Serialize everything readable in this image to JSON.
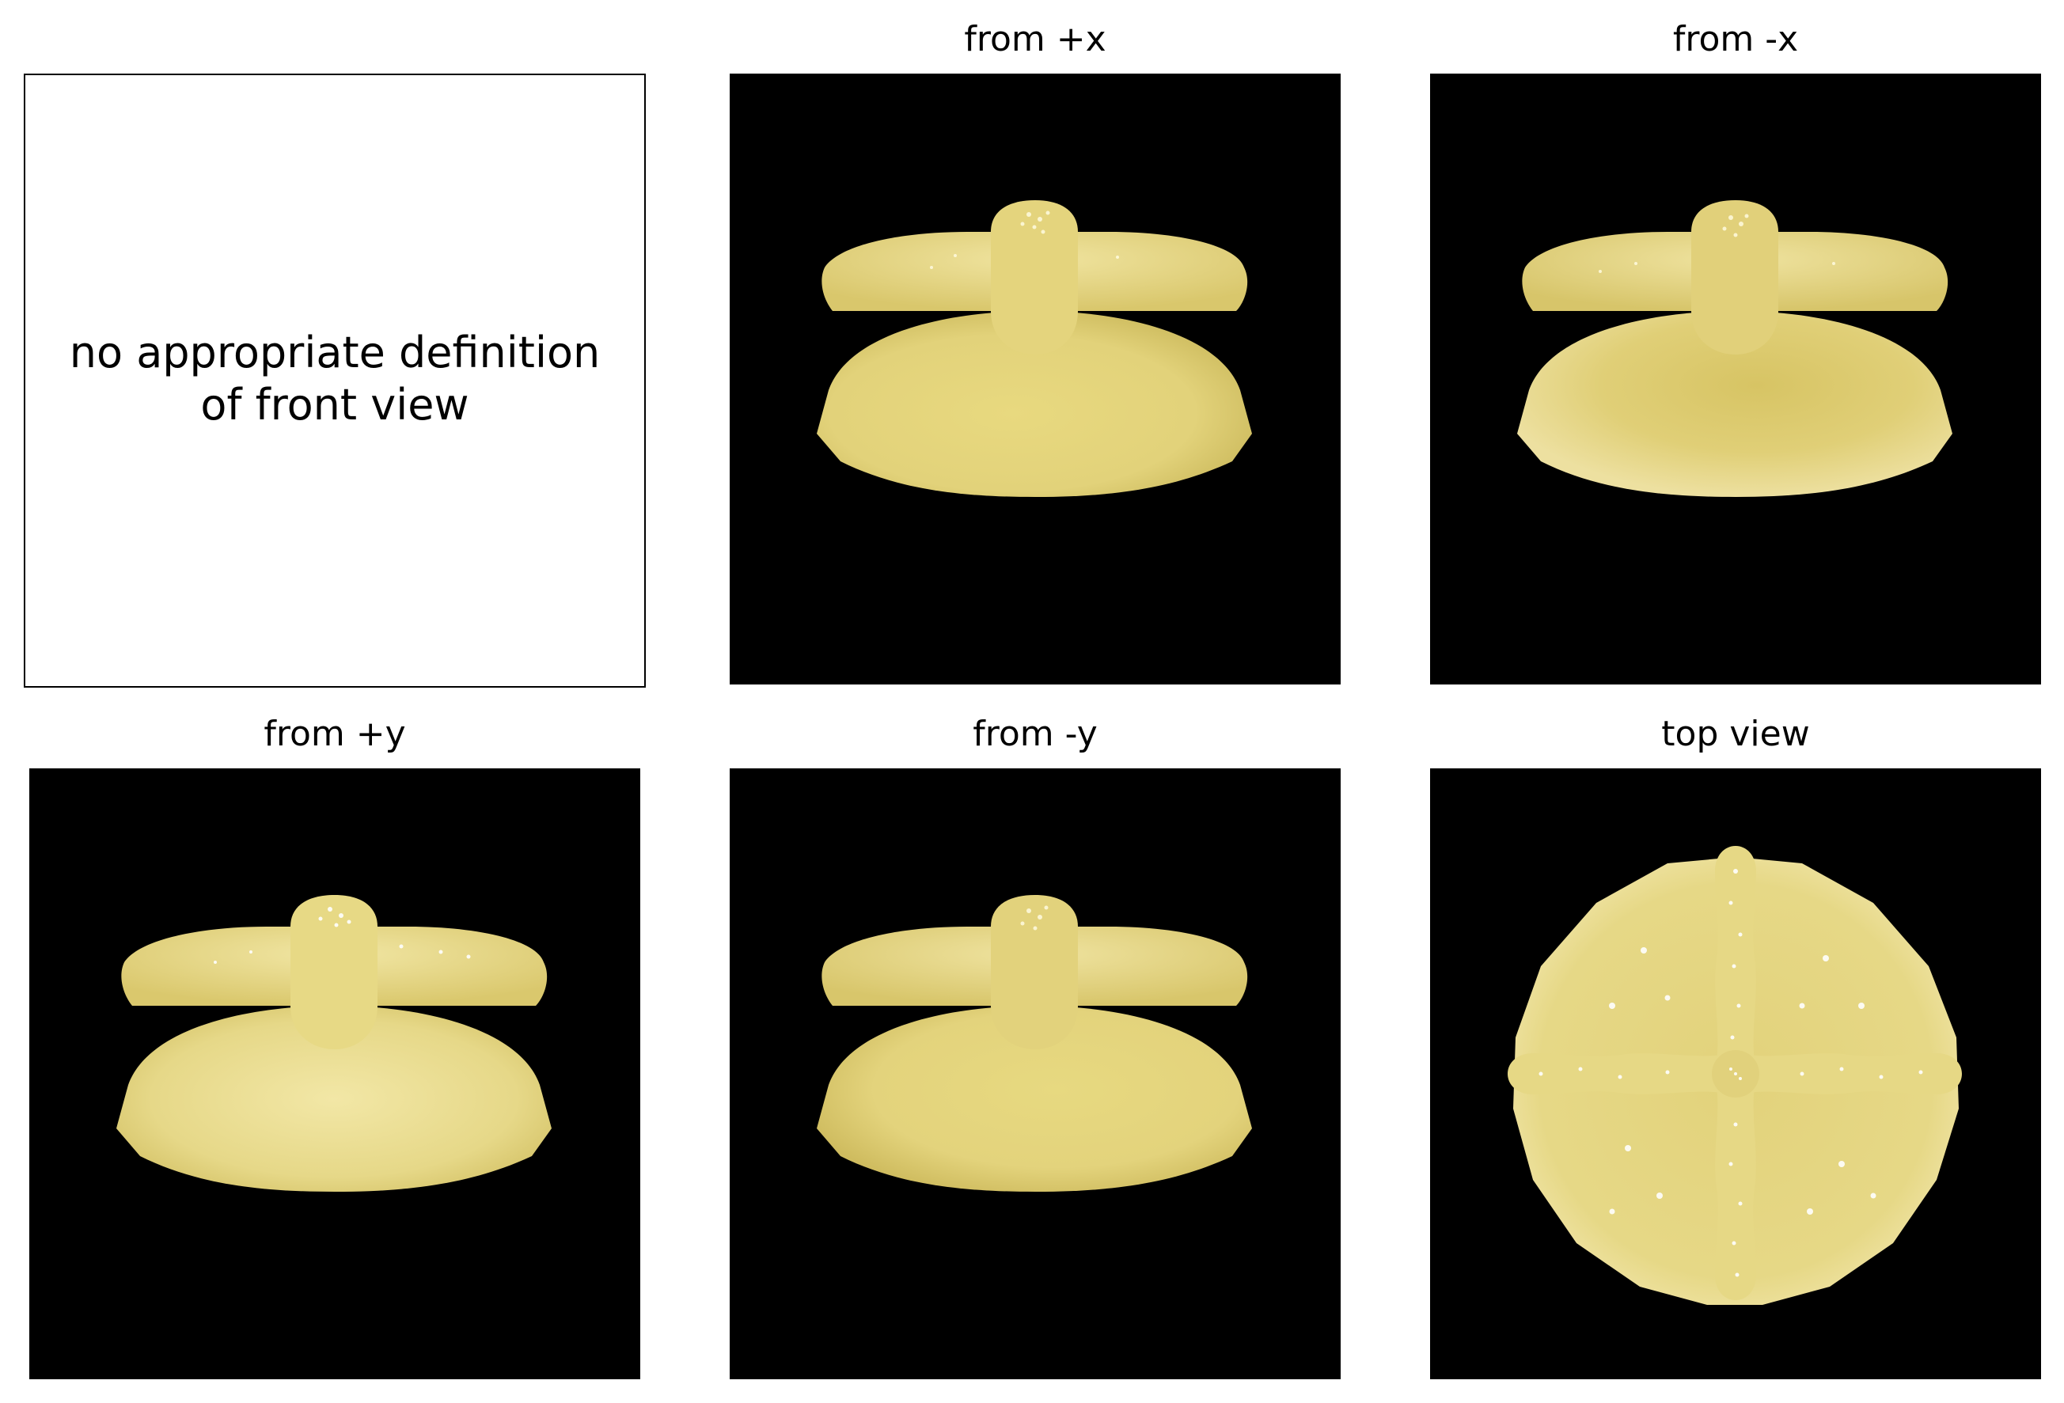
{
  "front_view": {
    "message": "no appropriate definition of front view",
    "message_line1": "no appropriate definition",
    "message_line2": "of front view"
  },
  "views": [
    {
      "title": "from +x",
      "shape": "side-view",
      "object_color": "#e6d885",
      "background": "#000000"
    },
    {
      "title": "from -x",
      "shape": "side-view",
      "object_color": "#e3d37c",
      "background": "#000000"
    },
    {
      "title": "from +y",
      "shape": "side-view",
      "object_color": "#ece08f",
      "background": "#000000"
    },
    {
      "title": "from -y",
      "shape": "side-view",
      "object_color": "#e6d885",
      "background": "#000000"
    },
    {
      "title": "top view",
      "shape": "top-view",
      "object_color": "#e6d885",
      "background": "#000000"
    }
  ]
}
